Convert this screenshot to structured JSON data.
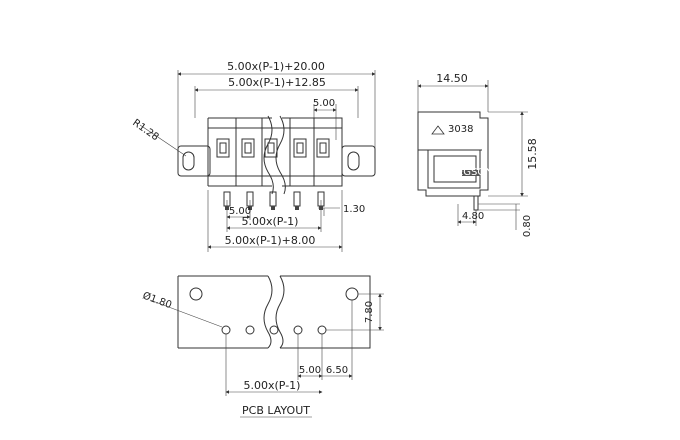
{
  "top_view": {
    "dim_overall": "5.00x(P-1)+20.00",
    "dim_inner": "5.00x(P-1)+12.85",
    "dim_pitch_top": "5.00",
    "dim_radius": "R1.28",
    "dim_pitch_bottom": "5.00",
    "dim_pin_span": "5.00x(P-1)",
    "dim_pin_width": "1.30",
    "dim_body_width": "5.00x(P-1)+8.00"
  },
  "side_view": {
    "dim_depth": "14.50",
    "dim_height": "15.58",
    "dim_pin_offset": "4.80",
    "dim_pin_thickness": "0.80",
    "marking": "3038",
    "brand": "DEGSON"
  },
  "pcb_layout": {
    "dim_hole": "Ø1.80",
    "dim_row_spacing": "7.80",
    "dim_pitch": "5.00",
    "dim_edge": "6.50",
    "dim_span": "5.00x(P-1)",
    "title": "PCB LAYOUT"
  }
}
